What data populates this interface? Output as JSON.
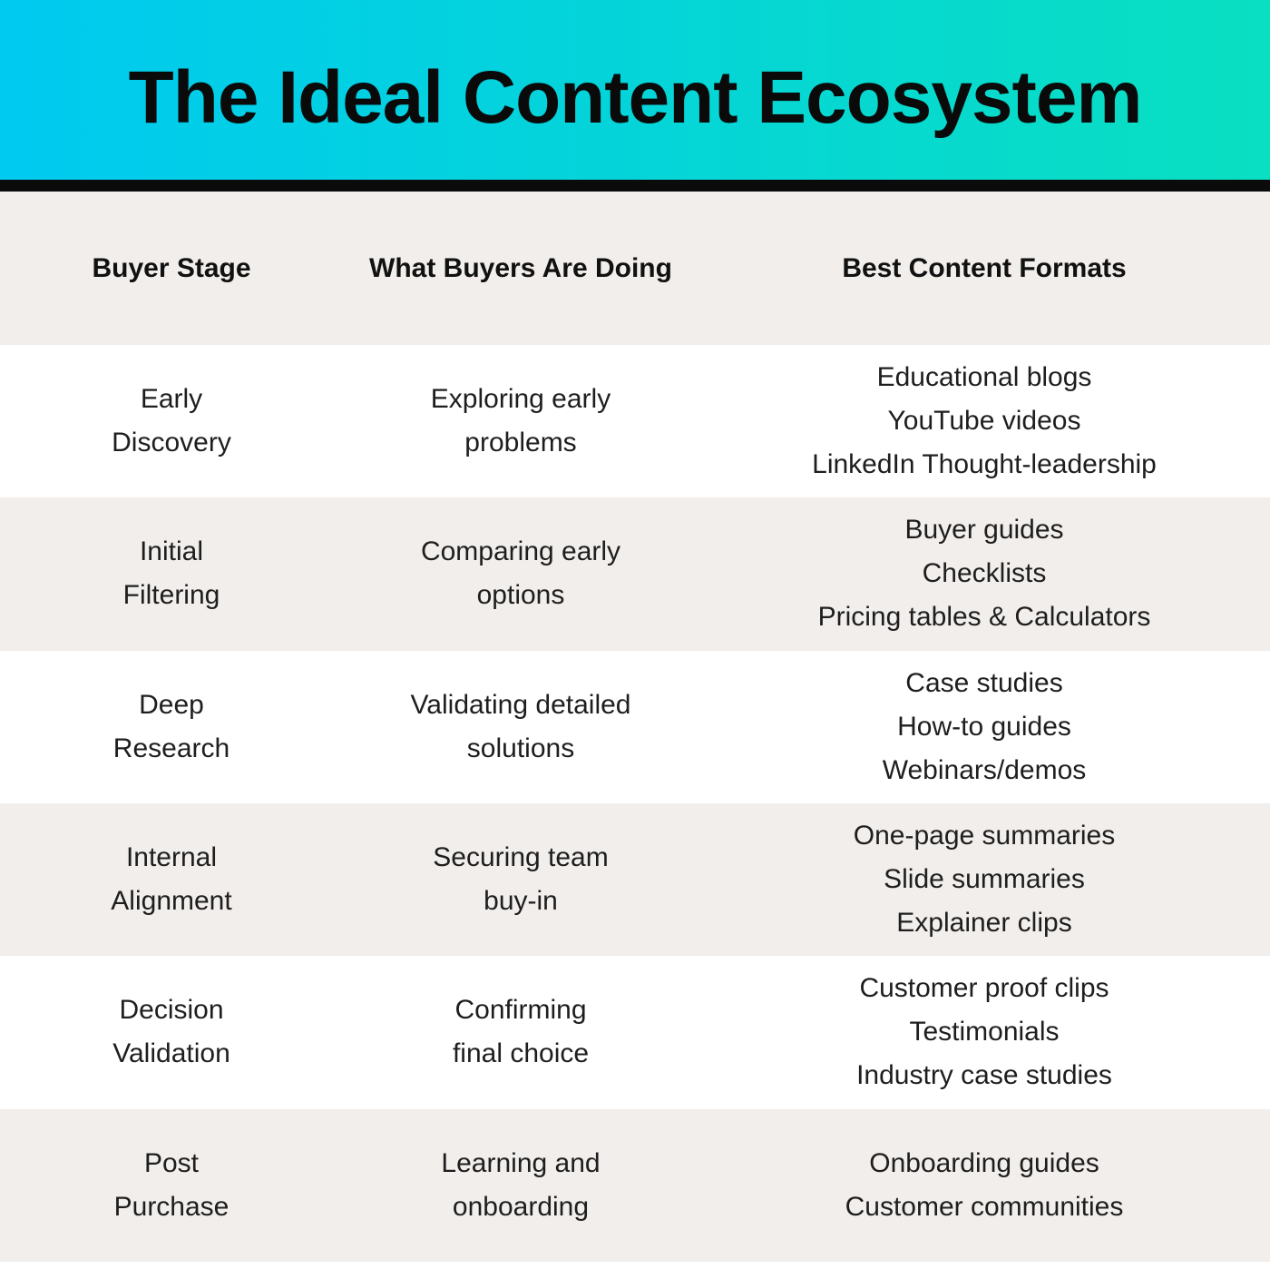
{
  "title": "The Ideal Content Ecosystem",
  "theme": {
    "gradient_start": "#00CAF0",
    "gradient_end": "#09DFC1",
    "divider_color": "#0b0b0b",
    "row_alt_color": "#F1EEEC",
    "row_color": "#FFFFFF",
    "text_color": "#1e1e1e"
  },
  "chart_data": {
    "type": "table",
    "title": "The Ideal Content Ecosystem",
    "columns": [
      "Buyer Stage",
      "What Buyers Are Doing",
      "Best Content Formats"
    ],
    "rows": [
      {
        "stage": "Early\nDiscovery",
        "doing": "Exploring early\nproblems",
        "formats": "Educational blogs\nYouTube videos\nLinkedIn Thought-leadership"
      },
      {
        "stage": "Initial\nFiltering",
        "doing": "Comparing early\noptions",
        "formats": "Buyer guides\nChecklists\nPricing tables & Calculators"
      },
      {
        "stage": "Deep\nResearch",
        "doing": "Validating detailed\nsolutions",
        "formats": "Case studies\nHow-to guides\nWebinars/demos"
      },
      {
        "stage": "Internal\nAlignment",
        "doing": "Securing team\nbuy-in",
        "formats": "One-page summaries\nSlide summaries\nExplainer clips"
      },
      {
        "stage": "Decision\nValidation",
        "doing": "Confirming\nfinal choice",
        "formats": "Customer proof clips\nTestimonials\nIndustry case studies"
      },
      {
        "stage": "Post\nPurchase",
        "doing": "Learning and\nonboarding",
        "formats": "Onboarding guides\nCustomer communities"
      }
    ]
  }
}
